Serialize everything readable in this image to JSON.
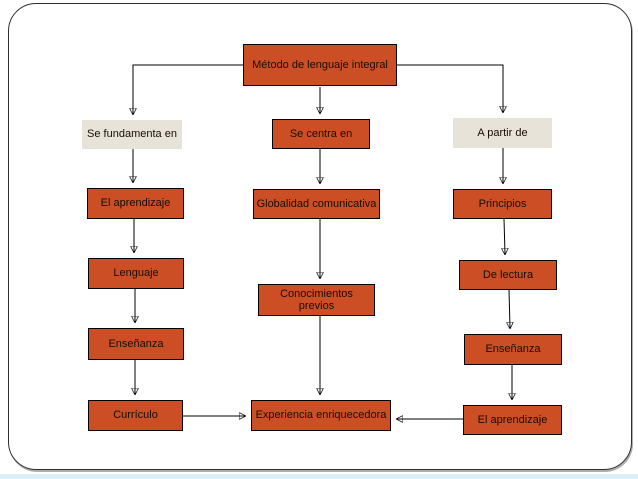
{
  "slide": {
    "colors": {
      "box_orange": "#cc4e24",
      "box_cream": "#e7e3d9",
      "box_border": "#000000",
      "frame_border": "#2e2e2e",
      "bottom_strip": "#ddeff6",
      "text": "#170d06"
    }
  },
  "diagram": {
    "title": "Método de lenguaje integral",
    "columns": {
      "left": {
        "header": "Se fundamenta en",
        "items": [
          "El aprendizaje",
          "Lenguaje",
          "Enseñanza",
          "Currículo"
        ]
      },
      "center": {
        "header": "Se centra en",
        "items": [
          "Globalidad comunicativa",
          "Conocimientos previos",
          "Experiencia enriquecedora"
        ]
      },
      "right": {
        "header": "A partir de",
        "items": [
          "Principios",
          "De lectura",
          "Enseñanza",
          "El aprendizaje"
        ]
      }
    },
    "edges": [
      {
        "from": "title",
        "to": "left-header"
      },
      {
        "from": "title",
        "to": "center-header"
      },
      {
        "from": "title",
        "to": "right-header"
      },
      {
        "from": "left-header",
        "to": "left-0"
      },
      {
        "from": "left-0",
        "to": "left-1"
      },
      {
        "from": "left-1",
        "to": "left-2"
      },
      {
        "from": "left-2",
        "to": "left-3"
      },
      {
        "from": "center-header",
        "to": "center-0"
      },
      {
        "from": "center-0",
        "to": "center-1"
      },
      {
        "from": "center-1",
        "to": "center-2"
      },
      {
        "from": "left-3",
        "to": "center-2"
      },
      {
        "from": "right-header",
        "to": "right-0"
      },
      {
        "from": "right-0",
        "to": "right-1"
      },
      {
        "from": "right-1",
        "to": "right-2"
      },
      {
        "from": "right-2",
        "to": "right-3"
      },
      {
        "from": "right-3",
        "to": "center-2"
      }
    ]
  }
}
